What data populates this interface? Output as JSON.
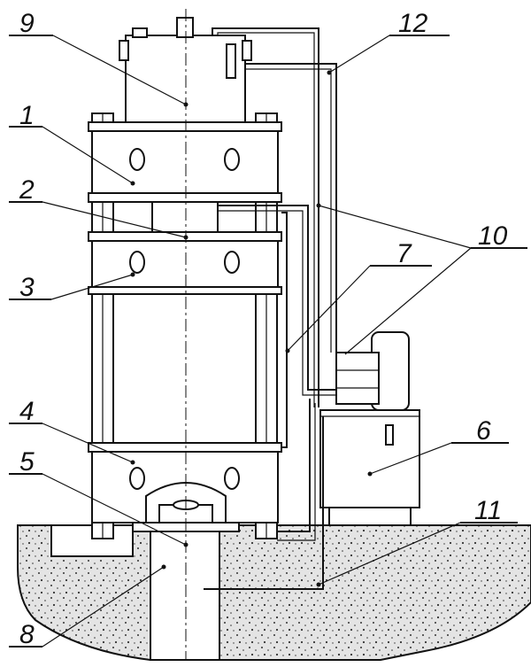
{
  "callouts": [
    {
      "id": "1",
      "text": "1"
    },
    {
      "id": "2",
      "text": "2"
    },
    {
      "id": "3",
      "text": "3"
    },
    {
      "id": "4",
      "text": "4"
    },
    {
      "id": "5",
      "text": "5"
    },
    {
      "id": "6",
      "text": "6"
    },
    {
      "id": "7",
      "text": "7"
    },
    {
      "id": "8",
      "text": "8"
    },
    {
      "id": "9",
      "text": "9"
    },
    {
      "id": "10",
      "text": "10"
    },
    {
      "id": "11",
      "text": "11"
    },
    {
      "id": "12",
      "text": "12"
    }
  ],
  "colors": {
    "ink": "#111111",
    "concrete": "#e2e2e2",
    "paper": "#ffffff"
  }
}
